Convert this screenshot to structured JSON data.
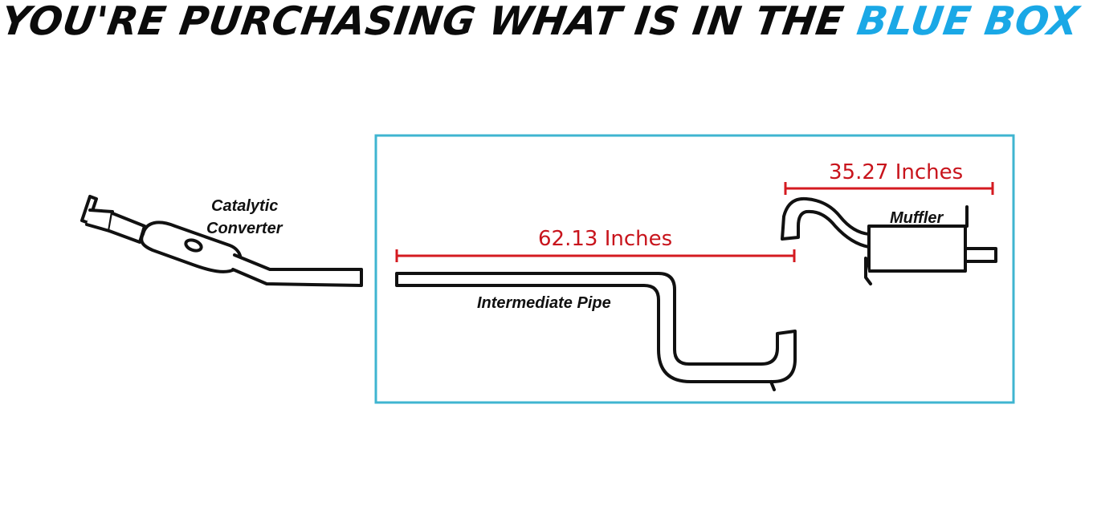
{
  "headline": {
    "main": "YOU'RE PURCHASING WHAT IS IN THE ",
    "accent": "BLUE BOX"
  },
  "colors": {
    "headline_text": "#0b0b0b",
    "headline_accent": "#1aa8e6",
    "box_border": "#3fb5d0",
    "dimension_line": "#d41a20",
    "dimension_text": "#c8141c",
    "part_outline": "#111111"
  },
  "parts": {
    "catalytic_converter": {
      "label_line1": "Catalytic",
      "label_line2": "Converter",
      "in_box": false
    },
    "intermediate_pipe": {
      "label": "Intermediate Pipe",
      "in_box": true
    },
    "muffler": {
      "label": "Muffler",
      "in_box": true
    }
  },
  "dimensions": {
    "intermediate_pipe_length": "62.13 Inches",
    "muffler_length": "35.27 Inches"
  }
}
